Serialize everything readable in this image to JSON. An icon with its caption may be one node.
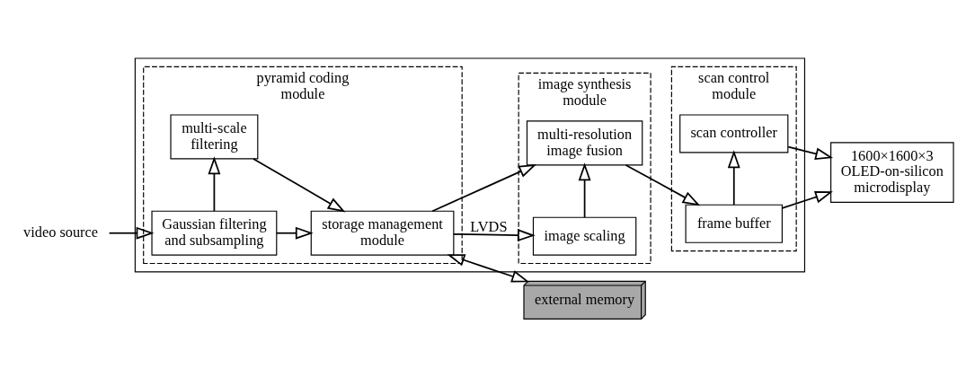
{
  "diagram": {
    "nodes": [
      {
        "text": [
          "video source"
        ]
      },
      {
        "text": [],
        "shape": "box"
      },
      {
        "text": [
          "pyramid coding module"
        ],
        "in": 1
      },
      {
        "text": [
          "Gaussian filtering and subsampling"
        ],
        "in": 2
      },
      {
        "text": [
          "multi-scale filtering"
        ],
        "in": 2
      },
      {
        "text": [
          "storage management module"
        ],
        "in": 2
      },
      {
        "text": [
          "image synthesis module"
        ],
        "in": 1
      },
      {
        "text": [
          "multi-resolution image fusion"
        ],
        "in": 6
      },
      {
        "text": [
          "image scaling"
        ],
        "in": 6
      },
      {
        "text": [
          "scan control module"
        ],
        "in": 1
      },
      {
        "text": [
          "frame buffer"
        ],
        "in": 9
      },
      {
        "text": [
          "scan controller"
        ],
        "in": 9
      },
      {
        "text": [
          "1600×1600×3 OLED-on-silicon microdisplay"
        ]
      },
      {
        "text": [
          "external memory"
        ]
      }
    ],
    "edges": [
      {
        "from": 0,
        "to": 3,
        "arrow": "to"
      },
      {
        "from": 3,
        "to": 5,
        "arrow": "to"
      },
      {
        "from": 3,
        "to": 4,
        "arrow": "to"
      },
      {
        "from": 4,
        "to": 5,
        "arrow": "to"
      },
      {
        "from": 5,
        "to": 7,
        "arrow": "to"
      },
      {
        "from": 5,
        "to": 8,
        "arrow": "to",
        "label": "LVDS"
      },
      {
        "from": 8,
        "to": 7,
        "arrow": "to"
      },
      {
        "from": 7,
        "to": 10,
        "arrow": "to"
      },
      {
        "from": 10,
        "to": 12,
        "arrow": "to"
      },
      {
        "from": 10,
        "to": 11,
        "arrow": "to"
      },
      {
        "from": 11,
        "to": 12,
        "arrow": "to"
      },
      {
        "from": 5,
        "to": 13,
        "arrow": "both"
      }
    ]
  }
}
